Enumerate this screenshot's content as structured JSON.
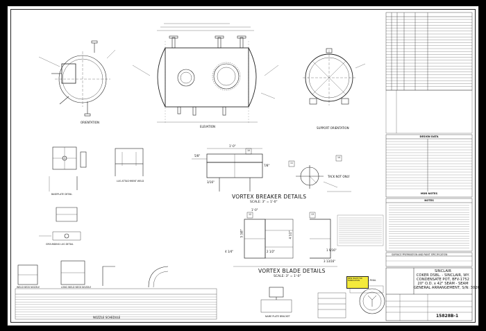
{
  "views": {
    "orientation": "ORIENTATION",
    "elevation": "ELEVATION",
    "support_orientation": "SUPPORT ORIENTATION",
    "lug_attachment": "LUG ATTACHMENT WELD",
    "baseplate": "BASEPLATE DETAIL",
    "grounding_lug": "GROUNDING LUG DETAIL",
    "weld_neck": "WELD NECK NOZZLE",
    "long_weld_neck": "LONG WELD NECK NOZZLE",
    "nozzle_schedule": "NOZZLE SCHEDULE",
    "name_plate": "NAME PLATE BRACKET"
  },
  "details": {
    "vortex_breaker_title": "VORTEX BREAKER DETAILS",
    "vortex_breaker_scale": "SCALE: 3\" = 1'-0\"",
    "vortex_blade_title": "VORTEX BLADE DETAILS",
    "vortex_blade_scale": "SCALE: 3\" = 1'-0\"",
    "tack_note": "TACK NOT ONLY",
    "dims": {
      "d_1_0": "1'-0\"",
      "d_3_16": "3/16\"",
      "d_7_8": "7/8\"",
      "d_5_8": "5/8\"",
      "d_1_9_16": "1 9/16\"",
      "d_2_1_2": "2 1/2\"",
      "d_4_1_4": "4 1/4\"",
      "d_3_13_16": "3 13/16\"",
      "d_5_3_8": "5 3/8\"",
      "d_4_1_2": "4 1/2\""
    },
    "callouts": [
      "10",
      "11",
      "12",
      "13",
      "14"
    ]
  },
  "panels": {
    "design_data": "DESIGN DATA",
    "notes": "NOTES",
    "mdr_notes": "MDR NOTES",
    "surface_prep": "SURFACE PREPARATION AND PAINT SPECIFICATION",
    "certified": "CERTIFIED AS FINAL"
  },
  "title_block": {
    "company": "SINCLAIR",
    "line1": "COKER DSBL. - SINCLAIR, WY.",
    "line2": "CONDENSATE POT, BFV-1752",
    "line3": "20\" O.D. x 42\" SEAM - SEAM",
    "line4": "GENERAL ARRANGEMENT, S/N: 3026",
    "drawing_no": "15828B-1"
  },
  "sticky_note": "NEW ISSUE FOR FABRICATION"
}
